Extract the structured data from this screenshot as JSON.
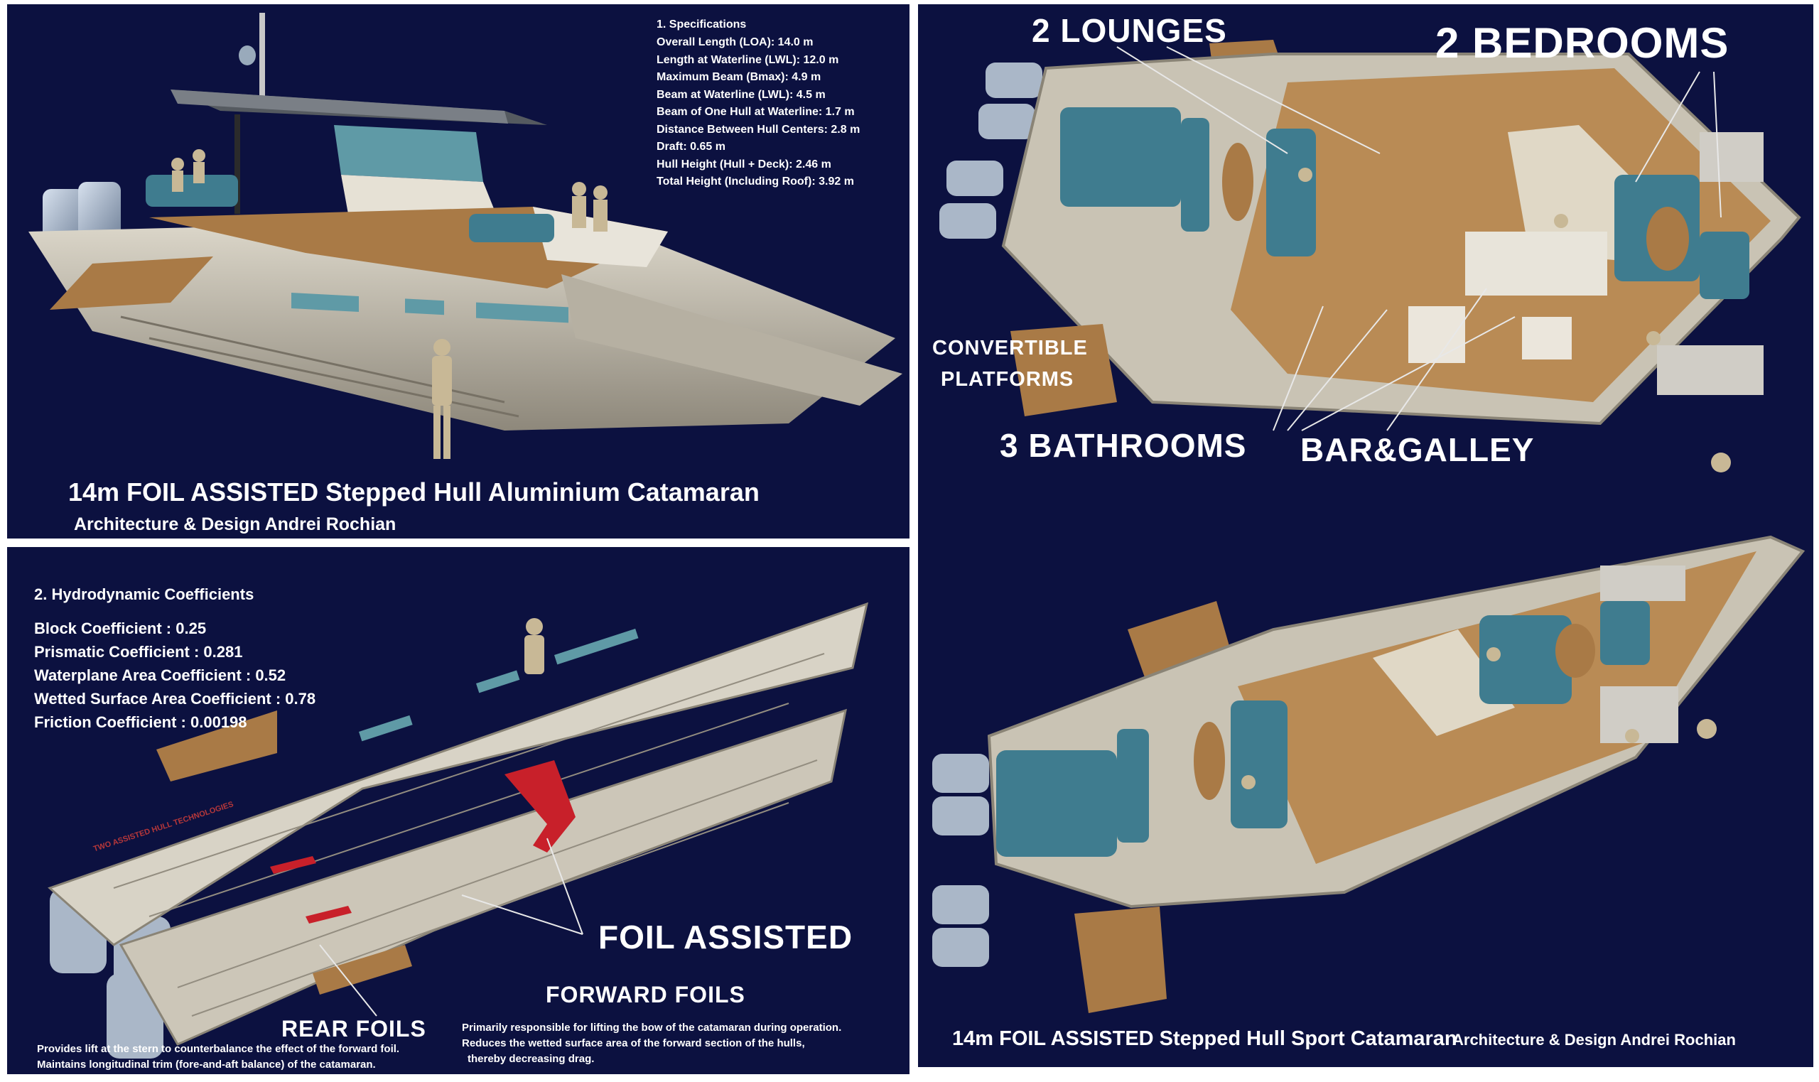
{
  "panel_top_left": {
    "specs_title": "1. Specifications",
    "specs": [
      "Overall Length (LOA): 14.0 m",
      "Length at Waterline (LWL): 12.0 m",
      "Maximum Beam (Bmax): 4.9 m",
      "Beam at Waterline (LWL): 4.5 m",
      "Beam of One Hull at Waterline: 1.7 m",
      "Distance Between Hull Centers: 2.8 m",
      "Draft: 0.65 m",
      "Hull Height (Hull + Deck): 2.46 m",
      "Total Height (Including Roof): 3.92 m"
    ],
    "title": "14m  FOIL ASSISTED Stepped Hull Aluminium  Catamaran",
    "credit": "Architecture & Design Andrei Rochian"
  },
  "panel_top_right": {
    "lounges": "2  LOUNGES",
    "bedrooms": "2  BEDROOMS",
    "platforms_1": "CONVERTIBLE",
    "platforms_2": "PLATFORMS",
    "bathrooms": "3  BATHROOMS",
    "galley": "BAR&GALLEY"
  },
  "panel_bottom_left": {
    "coef_title": "2. Hydrodynamic Coefficients",
    "coefficients": [
      "Block Coefficient : 0.25",
      "Prismatic Coefficient : 0.281",
      "Waterplane Area Coefficient : 0.52",
      "Wetted Surface Area Coefficient : 0.78",
      "Friction Coefficient : 0.00198"
    ],
    "hull_lettering": "TWO ASSISTED HULL TECHNOLOGIES",
    "foil_assisted": "FOIL ASSISTED",
    "forward_foils": "FORWARD  FOILS",
    "rear_foils": "REAR  FOILS",
    "rear_desc_1": "Provides lift at the stern to counterbalance the effect of the forward foil.",
    "rear_desc_2": "Maintains longitudinal trim (fore-and-aft balance) of the catamaran.",
    "fwd_desc_1": "Primarily responsible for lifting the bow of the catamaran during operation.",
    "fwd_desc_2": "Reduces the wetted surface area of the forward section of the hulls,",
    "fwd_desc_3": "thereby decreasing drag."
  },
  "panel_bottom_right": {
    "title": "14m FOIL ASSISTED Stepped Hull Sport  Catamaran",
    "credit": "Architecture & Design Andrei Rochian"
  },
  "colors": {
    "background": "#0c1140",
    "hull": "#c9c3b4",
    "deck": "#a97a46",
    "seat": "#3f7c8f",
    "engine": "#aab7c8",
    "foil": "#c8202a",
    "text": "#ffffff"
  }
}
